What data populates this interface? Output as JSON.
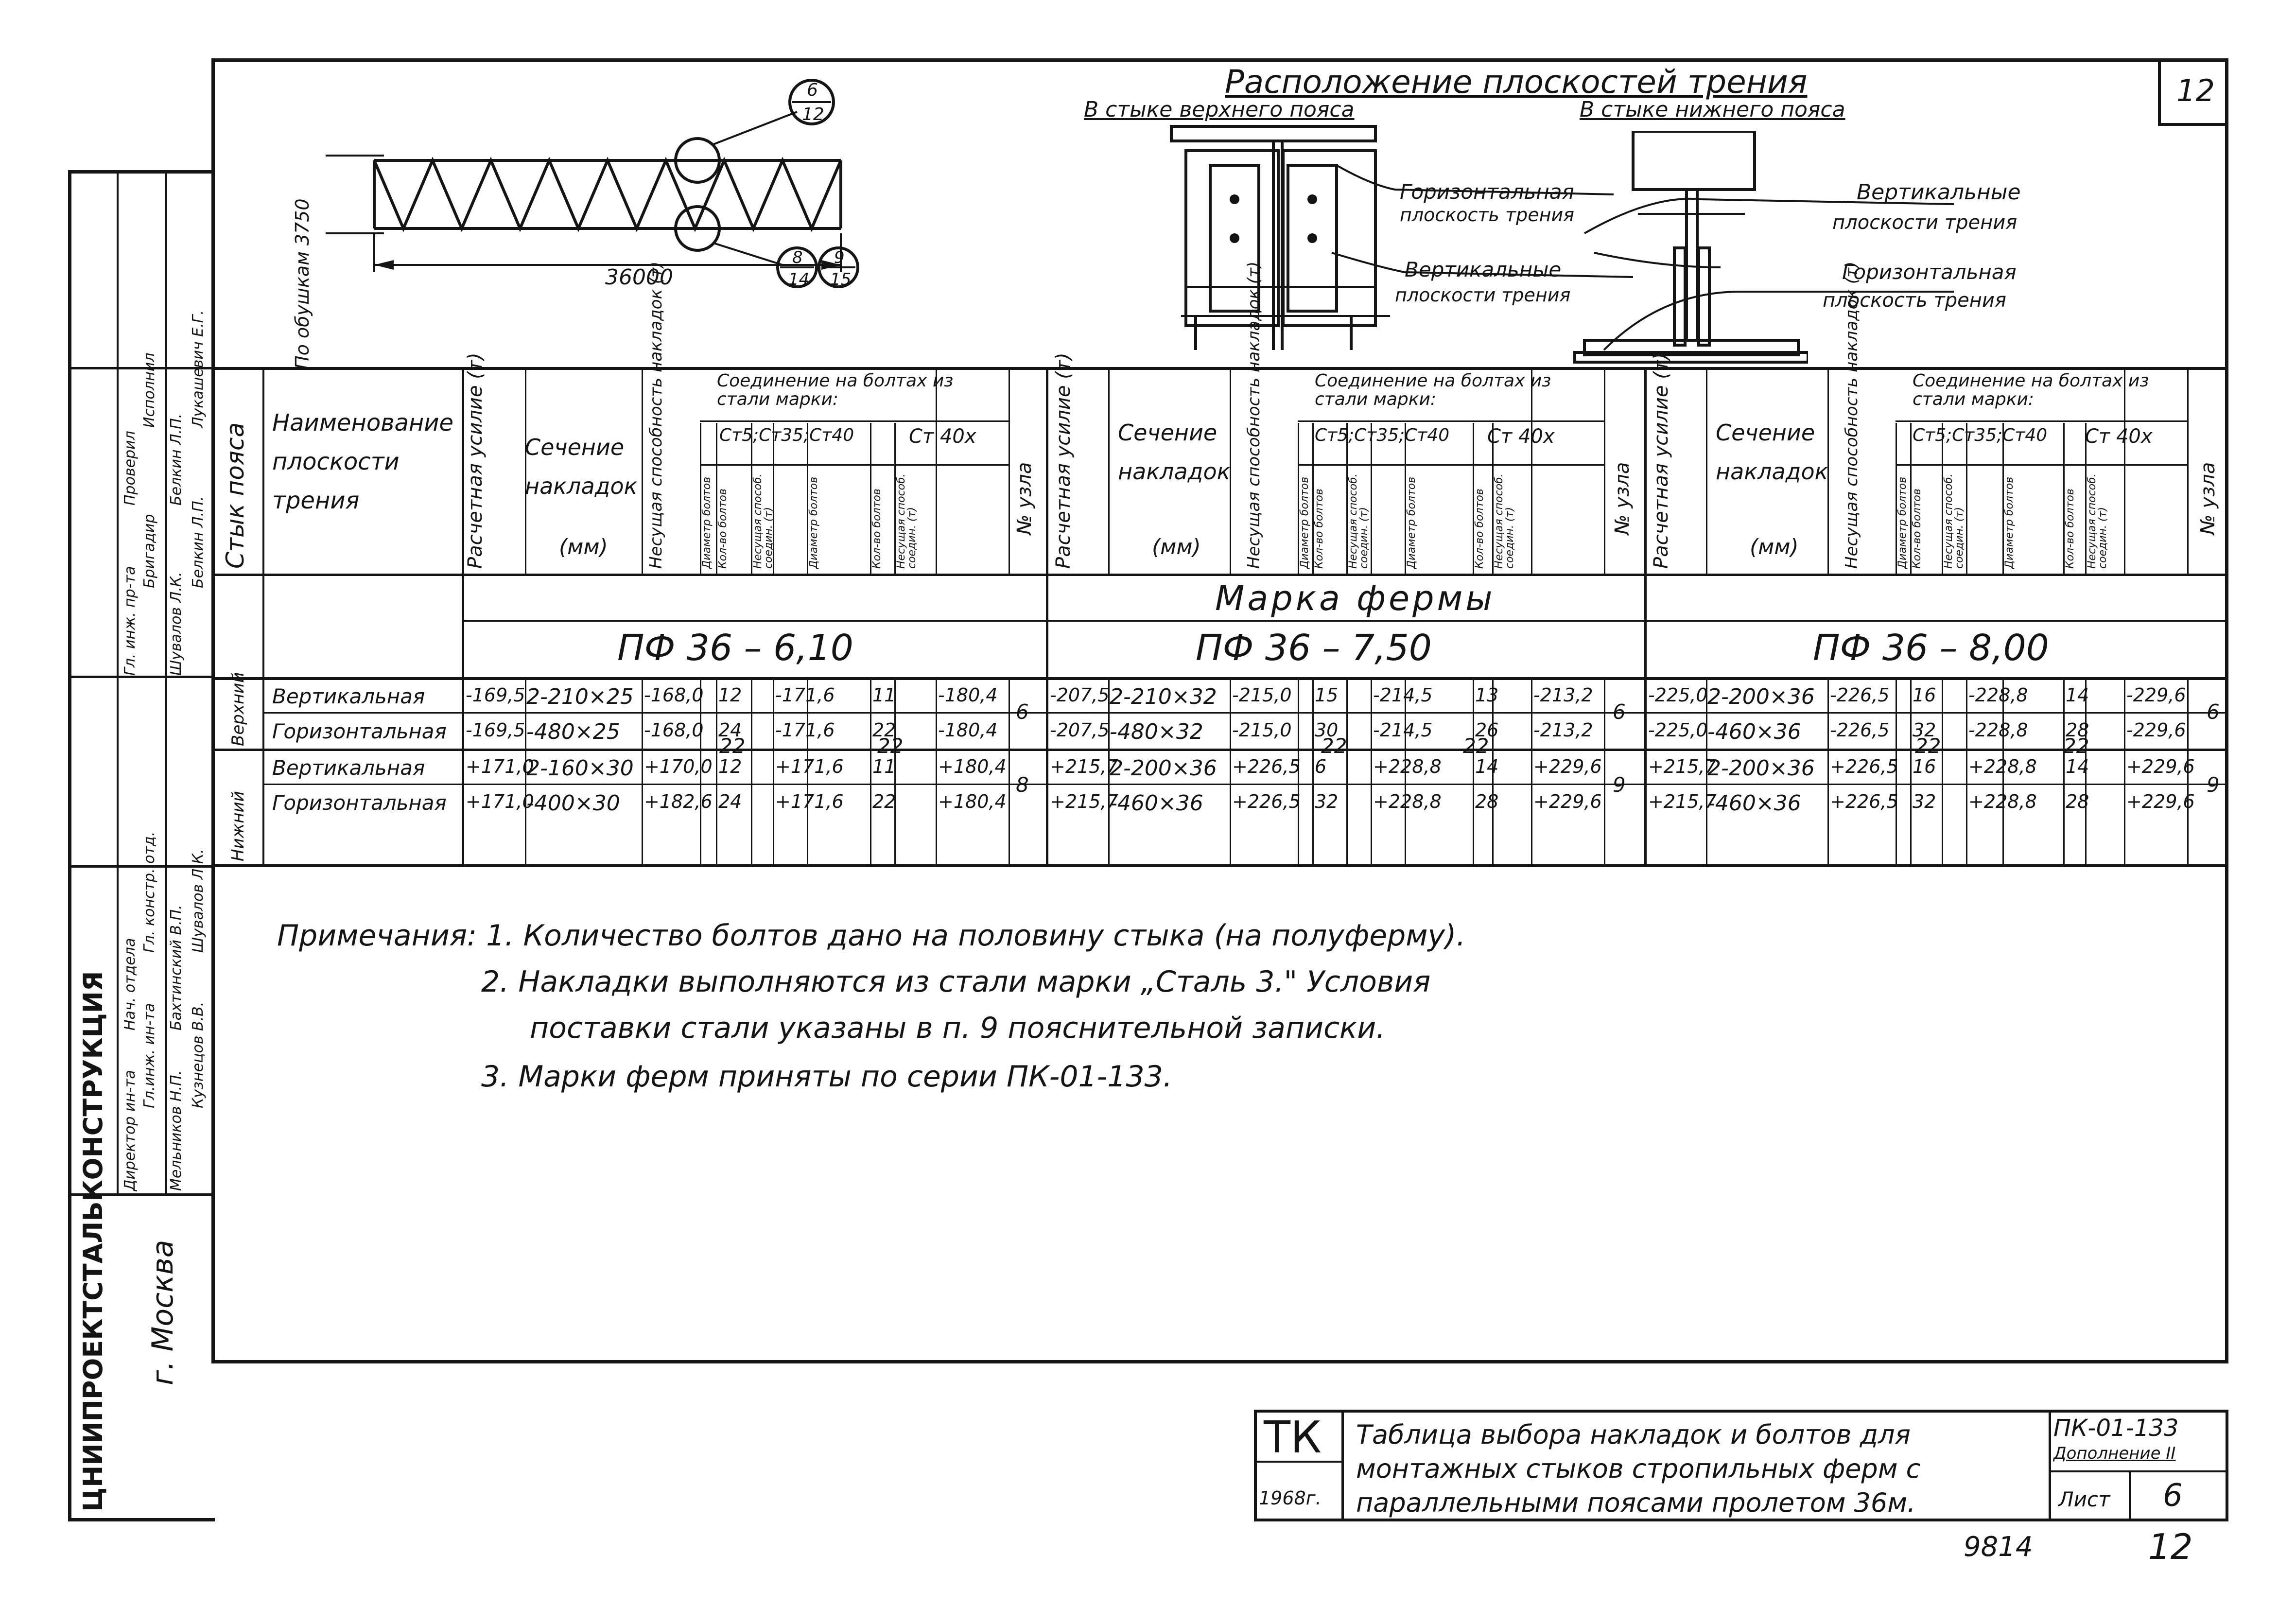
{
  "sheet_number_top": "12",
  "diagram": {
    "title": "Расположение плоскостей трения",
    "sub_upper": "В стыке верхнего пояса",
    "sub_lower": "В стыке нижнего пояса",
    "label_horiz_a": "Горизонтальная",
    "label_horiz_b": "плоскость трения",
    "label_vert_a": "Вертикальные",
    "label_vert_b": "плоскости трения",
    "label_vert2_a": "Вертикальные",
    "label_vert2_b": "плоскости трения",
    "label_horiz2_a": "Горизонтальная",
    "label_horiz2_b": "плоскость трения",
    "dim_span": "36000",
    "dim_height": "По обушкам 3750",
    "callout_top_num": "6",
    "callout_top_den": "12",
    "callout_b1_num": "8",
    "callout_b1_den": "14",
    "callout_b2_num": "9",
    "callout_b2_den": "15"
  },
  "header": {
    "joint": "Стык пояса",
    "plane_name": "Наименование плоскости трения",
    "force": "Расчетная усилие (т)",
    "section": "Сечение накладок",
    "section_unit": "(мм)",
    "capacity": "Несущая способность накладок (т)",
    "bolts_join": "Соединение на болтах из стали марки:",
    "grade_a": "Ст5;Ст35;Ст40",
    "grade_b": "Ст 40х",
    "bolt_diam": "Диаметр болтов",
    "bolt_count": "Кол-во болтов",
    "joint_capacity": "Несущая способ. соедин. (т)",
    "node_no": "№ узла",
    "truss_mark": "Марка фермы"
  },
  "trusses": [
    "ПФ 36 – 6,10",
    "ПФ 36 – 7,50",
    "ПФ 36 – 8,00"
  ],
  "row_groups": [
    "Верхний",
    "Нижний"
  ],
  "rows": [
    {
      "name": "Вертикальная",
      "t1": [
        "-169,5",
        "2-210×25",
        "-168,0",
        "12",
        "-171,6",
        "11",
        "-180,4"
      ],
      "t2": [
        "-207,5",
        "2-210×32",
        "-215,0",
        "15",
        "-214,5",
        "13",
        "-213,2"
      ],
      "t3": [
        "-225,0",
        "2-200×36",
        "-226,5",
        "16",
        "-228,8",
        "14",
        "-229,6"
      ]
    },
    {
      "name": "Горизонтальная",
      "t1": [
        "-169,5",
        "-480×25",
        "-168,0",
        "24",
        "-171,6",
        "22",
        "-180,4"
      ],
      "t2": [
        "-207,5",
        "-480×32",
        "-215,0",
        "30",
        "-214,5",
        "26",
        "-213,2"
      ],
      "t3": [
        "-225,0",
        "-460×36",
        "-226,5",
        "32",
        "-228,8",
        "28",
        "-229,6"
      ]
    },
    {
      "name": "Вертикальная",
      "t1": [
        "+171,0",
        "2-160×30",
        "+170,0",
        "12",
        "+171,6",
        "11",
        "+180,4"
      ],
      "t2": [
        "+215,7",
        "2-200×36",
        "+226,5",
        "6",
        "+228,8",
        "14",
        "+229,6"
      ],
      "t3": [
        "+215,7",
        "2-200×36",
        "+226,5",
        "16",
        "+228,8",
        "14",
        "+229,6"
      ]
    },
    {
      "name": "Горизонтальная",
      "t1": [
        "+171,0",
        "-400×30",
        "+182,6",
        "24",
        "+171,6",
        "22",
        "+180,4"
      ],
      "t2": [
        "+215,7",
        "-460×36",
        "+226,5",
        "32",
        "+228,8",
        "28",
        "+229,6"
      ],
      "t3": [
        "+215,7",
        "-460×36",
        "+226,5",
        "32",
        "+228,8",
        "28",
        "+229,6"
      ]
    }
  ],
  "merged": {
    "diam_upper": "22",
    "diam_lower": "22",
    "node_t1_upper": "6",
    "node_t1_lower": "8",
    "node_t2_upper": "6",
    "node_t2_lower": "9",
    "node_t3_upper": "6",
    "node_t3_lower": "9"
  },
  "notes": [
    "Примечания: 1. Количество болтов дано на половину стыка (на полуферму).",
    "2. Накладки выполняются из стали марки „Сталь 3.\" Условия",
    "поставки стали указаны в п. 9 пояснительной записки.",
    "3. Марки ферм приняты по серии ПК-01-133."
  ],
  "stamp": {
    "org": "ТК",
    "year": "1968г.",
    "title_1": "Таблица выбора накладок и болтов для",
    "title_2": "монтажных стыков стропильных ферм с",
    "title_3": "параллельными поясами пролетом 36м.",
    "series": "ПК-01-133",
    "supplement": "Дополнение II",
    "sheet_label": "Лист",
    "sheet_no": "6",
    "footer_left": "9814",
    "footer_right": "12"
  },
  "side_stamp": {
    "institute": "ЦНИИПРОЕКТСТАЛЬКОНСТРУКЦИЯ",
    "city": "г. Москва",
    "roles": [
      "Директор ин-та",
      "Гл.инж. ин-та",
      "Нач. отдела",
      "Гл. констр. отд.",
      "Гл. инж. пр-та",
      "Бригадир",
      "Проверил",
      "Исполнил"
    ],
    "names": [
      "Мельников Н.П.",
      "Кузнецов В.В.",
      "Бахтинский В.П.",
      "Шувалов Л.К.",
      "Шувалов Л.К.",
      "Белкин Л.П.",
      "Белкин Л.П.",
      "Лукашевич Е.Г."
    ]
  }
}
